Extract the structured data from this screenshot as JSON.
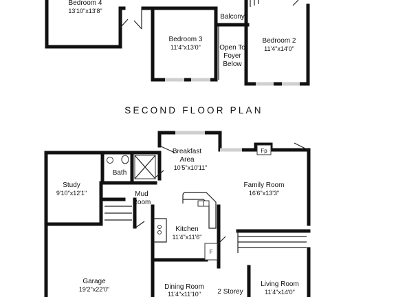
{
  "floor_title": "SECOND FLOOR PLAN",
  "second_floor": {
    "bedroom4": {
      "name": "Bedroom 4",
      "dims": "13'10\"x13'8\""
    },
    "bedroom3": {
      "name": "Bedroom 3",
      "dims": "11'4\"x13'0\""
    },
    "balcony": "Balcony",
    "open_to_foyer": [
      "Open To",
      "Foyer",
      "Below"
    ],
    "bedroom2": {
      "name": "Bedroom 2",
      "dims": "11'4\"x14'0\""
    }
  },
  "main_floor": {
    "breakfast": {
      "name_lines": [
        "Breakfast",
        "Area"
      ],
      "dims": "10'5\"x10'11\""
    },
    "fireplace": "Fp",
    "bath": "Bath",
    "study": {
      "name": "Study",
      "dims": "9'10\"x12'1\""
    },
    "mud_room": [
      "Mud",
      "Room"
    ],
    "family_room": {
      "name": "Family Room",
      "dims": "16'6\"x13'3\""
    },
    "kitchen": {
      "name": "Kitchen",
      "dims": "11'4\"x11'6\""
    },
    "fridge": "F",
    "garage": {
      "name": "Garage",
      "dims": "19'2\"x22'0\""
    },
    "dining_room": {
      "name": "Dining Room",
      "dims": "11'4\"x11'10\""
    },
    "two_storey": "2 Storey",
    "living_room": {
      "name": "Living Room",
      "dims": "11'4\"x14'0\""
    }
  }
}
